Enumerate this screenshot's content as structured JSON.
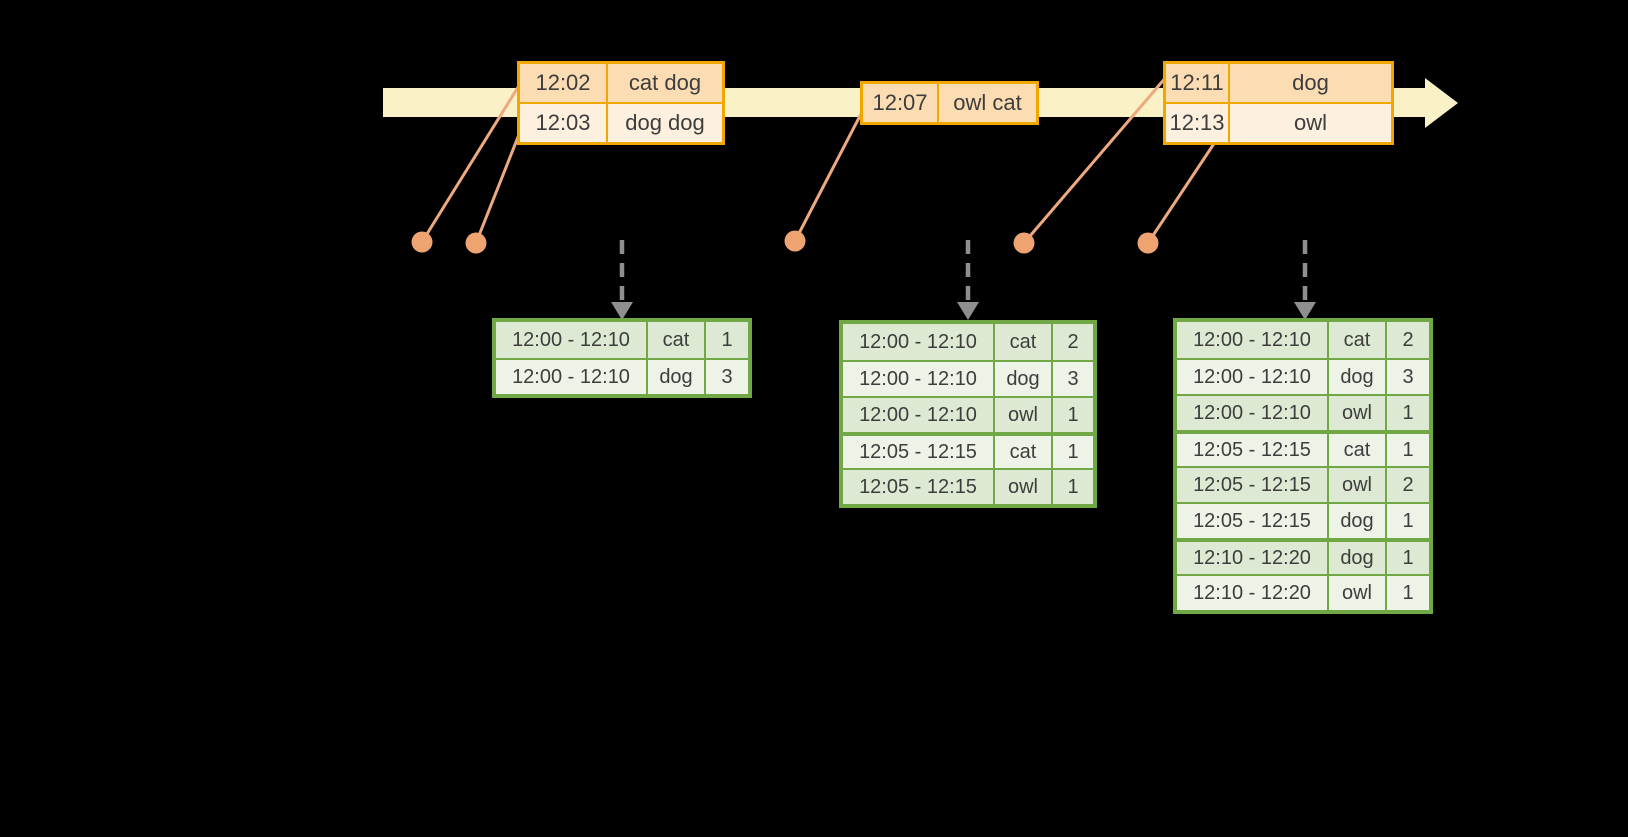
{
  "colors": {
    "bg": "#000000",
    "band": "#fbf1c7",
    "amber": "#f0a800",
    "peachDark": "#fbdcb3",
    "peachLight": "#fdf0de",
    "salmon": "#edaa7e",
    "salmonDot": "#efa371",
    "green": "#6fa845",
    "sageDark": "#dde9d2",
    "sageLight": "#eef3e8",
    "gray": "#8f8f8f",
    "ink": "#3d3d3d"
  },
  "icons": {
    "timeline": "arrow-right-band",
    "event_marker": "dot",
    "trigger": "dashed-arrow-down"
  },
  "timeline": {
    "events": [
      {
        "rows": [
          {
            "time": "12:02",
            "words": "cat dog"
          },
          {
            "time": "12:03",
            "words": "dog dog"
          }
        ]
      },
      {
        "rows": [
          {
            "time": "12:07",
            "words": "owl cat"
          }
        ]
      },
      {
        "rows": [
          {
            "time": "12:11",
            "words": "dog"
          },
          {
            "time": "12:13",
            "words": "owl"
          }
        ]
      }
    ]
  },
  "results": [
    {
      "rows": [
        [
          "12:00 - 12:10",
          "cat",
          "1"
        ],
        [
          "12:00 - 12:10",
          "dog",
          "3"
        ]
      ]
    },
    {
      "rows": [
        [
          "12:00 - 12:10",
          "cat",
          "2"
        ],
        [
          "12:00 - 12:10",
          "dog",
          "3"
        ],
        [
          "12:00 - 12:10",
          "owl",
          "1"
        ],
        [
          "12:05 - 12:15",
          "cat",
          "1"
        ],
        [
          "12:05 - 12:15",
          "owl",
          "1"
        ]
      ]
    },
    {
      "rows": [
        [
          "12:00 - 12:10",
          "cat",
          "2"
        ],
        [
          "12:00 - 12:10",
          "dog",
          "3"
        ],
        [
          "12:00 - 12:10",
          "owl",
          "1"
        ],
        [
          "12:05 - 12:15",
          "cat",
          "1"
        ],
        [
          "12:05 - 12:15",
          "owl",
          "2"
        ],
        [
          "12:05 - 12:15",
          "dog",
          "1"
        ],
        [
          "12:10 - 12:20",
          "dog",
          "1"
        ],
        [
          "12:10 - 12:20",
          "owl",
          "1"
        ]
      ]
    }
  ]
}
